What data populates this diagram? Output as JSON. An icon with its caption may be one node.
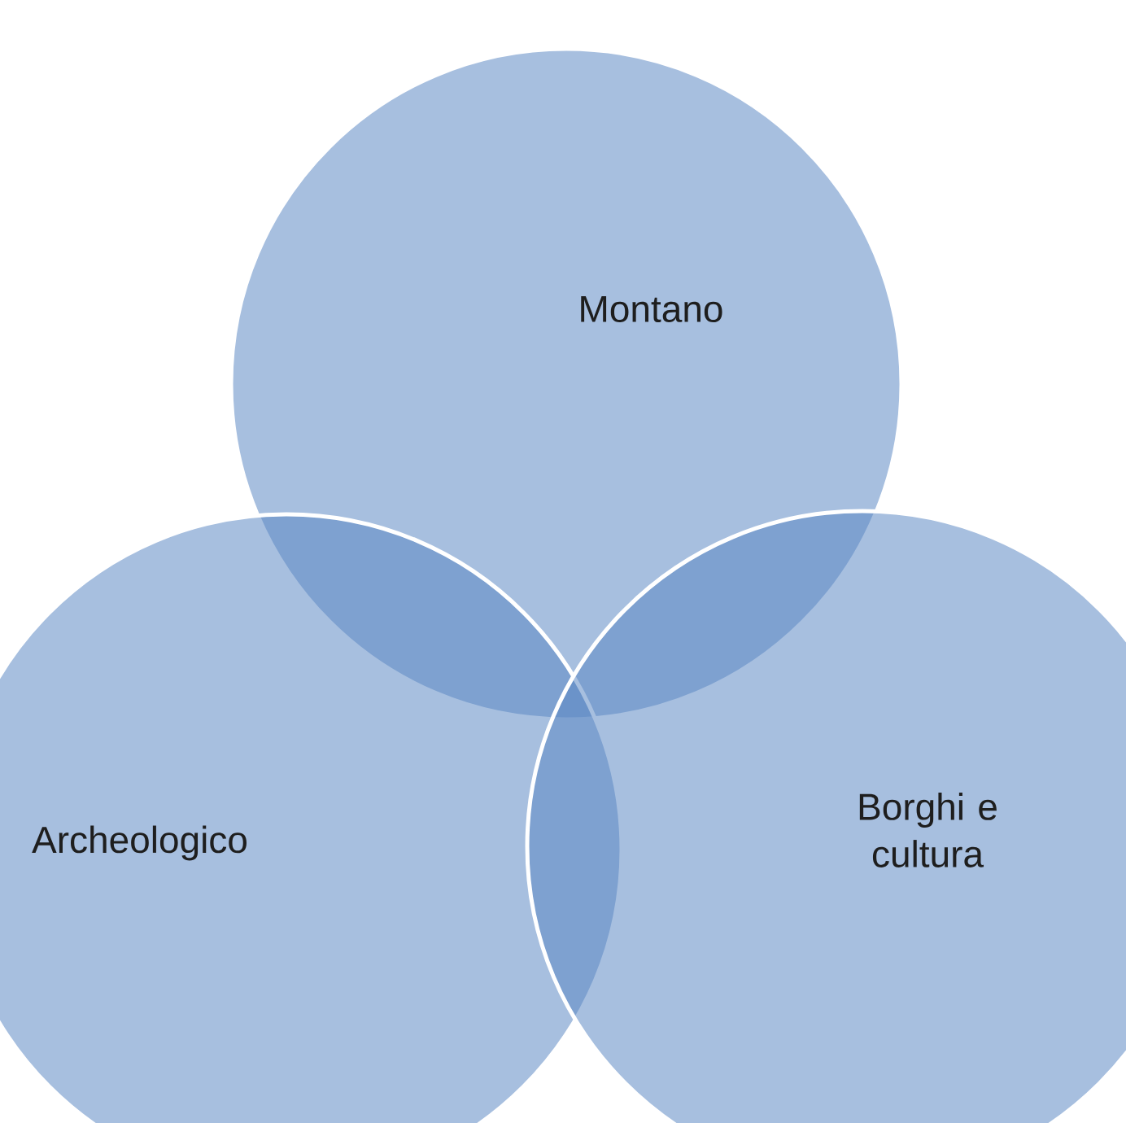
{
  "diagram": {
    "nodes": [
      {
        "text": [
          "Montano"
        ]
      },
      {
        "text": [
          "Archeologico"
        ]
      },
      {
        "text": [
          "Borghi e cultura"
        ]
      }
    ]
  }
}
